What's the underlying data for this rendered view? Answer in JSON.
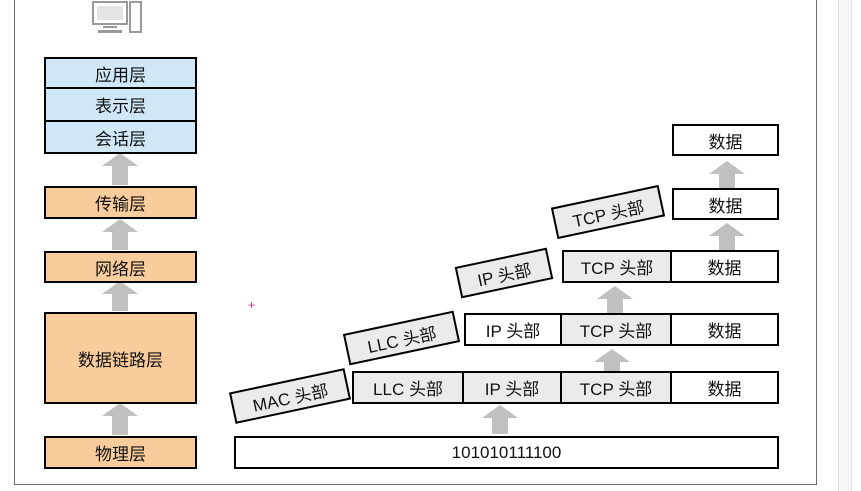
{
  "osi": {
    "application": "应用层",
    "presentation": "表示层",
    "session": "会话层",
    "transport": "传输层",
    "network": "网络层",
    "datalink": "数据链路层",
    "physical": "物理层"
  },
  "payload": {
    "data": "数据",
    "tcp_header": "TCP 头部",
    "ip_header": "IP 头部",
    "llc_header": "LLC 头部",
    "mac_header": "MAC 头部",
    "bits": "101010111100"
  },
  "colors": {
    "upper_layers": "#cfe7f6",
    "lower_layers": "#f8cd9b",
    "header_box": "#ebebeb",
    "arrow": "#c0c0c0"
  },
  "icons": {
    "computer": "computer-icon"
  }
}
